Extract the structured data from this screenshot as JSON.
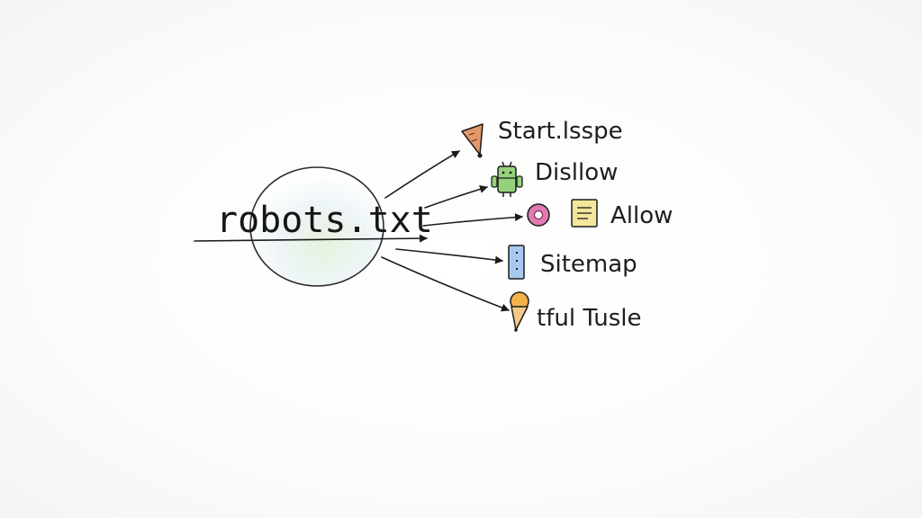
{
  "center": {
    "label": "robots.txt"
  },
  "branches": [
    {
      "label": "Start.lsspe",
      "icon": "flag-icon",
      "color": "#e29a6a"
    },
    {
      "label": "Disllow",
      "icon": "android-robot-icon",
      "color": "#94d27a"
    },
    {
      "label": "Allow",
      "icon": "document-icon",
      "color": "#f2e79a",
      "extra_icon": "pink-disc-icon",
      "extra_color": "#e07ab0"
    },
    {
      "label": "Sitemap",
      "icon": "bookmark-icon",
      "color": "#a8c9ef"
    },
    {
      "label": "tful Tusle",
      "icon": "ice-cream-cone-icon",
      "color": "#f3b24c"
    }
  ]
}
